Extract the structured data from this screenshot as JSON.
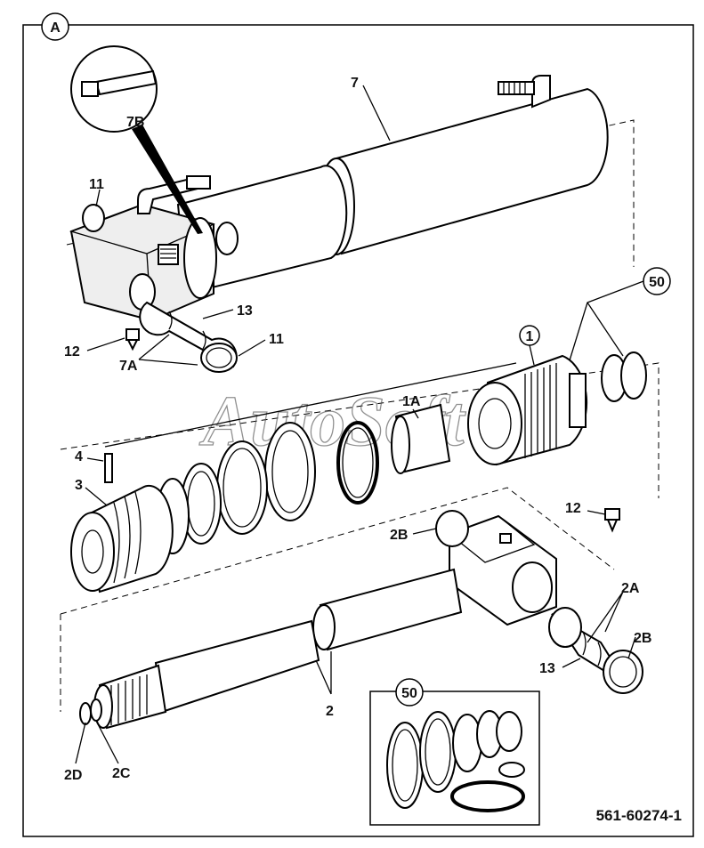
{
  "view_marker": "A",
  "callouts": {
    "p7": "7",
    "p7b": "7B",
    "p11_top": "11",
    "p13_top": "13",
    "p11_right": "11",
    "p12_left": "12",
    "p7a": "7A",
    "p50_top": "50",
    "p1": "1",
    "p1a": "1A",
    "p4": "4",
    "p3": "3",
    "p12_right": "12",
    "p2b_left": "2B",
    "p2a": "2A",
    "p2b_right": "2B",
    "p13_bottom": "13",
    "p2": "2",
    "p2d": "2D",
    "p2c": "2C",
    "p50_kit": "50"
  },
  "watermark": "AutoSoft",
  "drawing_number": "561-60274-1"
}
